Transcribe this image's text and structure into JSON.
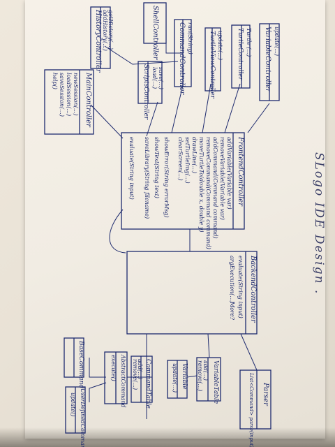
{
  "title": "SLogo IDE Design .",
  "classes": {
    "shell_controller": {
      "name": "ShellController"
    },
    "history_controller": {
      "name": "HistoryController",
      "methods": [
        "addHistory(...)",
        "getHistory(...)"
      ]
    },
    "command_controller": {
      "name": "CommandController",
      "methods": [
        "run(String)"
      ]
    },
    "turtle_view_controller": {
      "name": "TurtleViewController",
      "methods": [
        "update(...)"
      ]
    },
    "variable_controller": {
      "name": "VariableController",
      "methods": [
        "update(...)"
      ]
    },
    "turtle_controller": {
      "name": "TurtleController",
      "methods": [
        "Turtle (...)"
      ]
    },
    "scripts_controller": {
      "name": "ScriptsController",
      "methods": [
        "load(...)",
        "save(...)"
      ]
    },
    "main_controller": {
      "name": "MainController",
      "methods": [
        "newSession(...)",
        "loadSession(...)",
        "saveSession(...)",
        "help()"
      ]
    },
    "frontend_controller": {
      "name": "FrontendController",
      "methods": [
        "addVariable(Variable var)",
        "removeVariable(Variable var)",
        "addCommand(Command command)",
        "removeCommand(Command command)",
        "moveTurtleTo(double x, double y)",
        "drawLine(...)",
        "setTurtleImg(...)",
        "clearScreen(...)",
        "showError(String errorMsg)",
        "showText(String text)",
        "saveLibrary(String filename)",
        "evaluate(String input)"
      ]
    },
    "backend_controller": {
      "name": "BackendController",
      "methods": [
        "evaluate(String input)",
        "argExecution(...)",
        "More?"
      ]
    },
    "parser": {
      "name": "Parser",
      "methods": [
        "List<Command> parse(input)"
      ]
    },
    "variable_table": {
      "name": "VariableTable",
      "methods": [
        "add(...)",
        "remove(...)"
      ]
    },
    "variable": {
      "name": "Variable",
      "methods": [
        "update(...)"
      ]
    },
    "command_table": {
      "name": "CommandTable",
      "methods": [
        "add(...)",
        "remove(...)"
      ]
    },
    "abstract_command": {
      "name": "AbstractCommand",
      "methods": [
        "execute()"
      ]
    },
    "base_command": {
      "name": "BaseCommand"
    },
    "user_defined_command": {
      "name": "UserDefinedCommand",
      "methods": [
        "update()"
      ]
    }
  }
}
